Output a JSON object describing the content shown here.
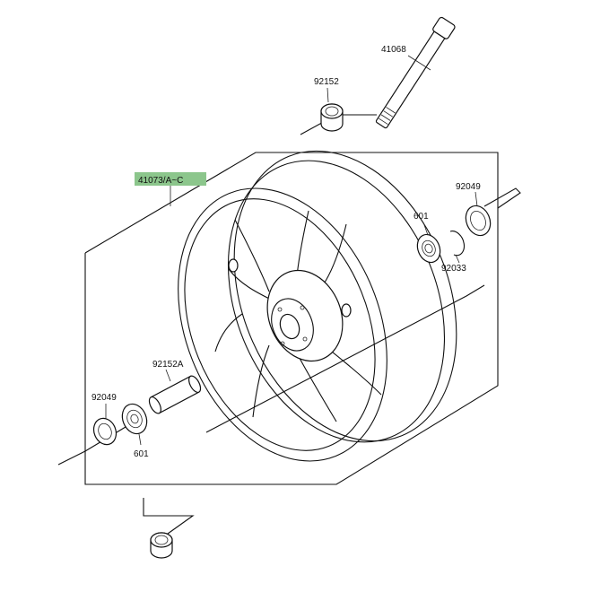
{
  "labels": {
    "axle": "41068",
    "collar_top": "92152",
    "wheel_assy": "41073/A~C",
    "seal_right": "92049",
    "bearing_right": "601",
    "circlip": "92033",
    "collar_inner": "92152A",
    "seal_left": "92049",
    "bearing_left": "601"
  },
  "colors": {
    "highlight": "#8cc68c",
    "line": "#111111"
  }
}
